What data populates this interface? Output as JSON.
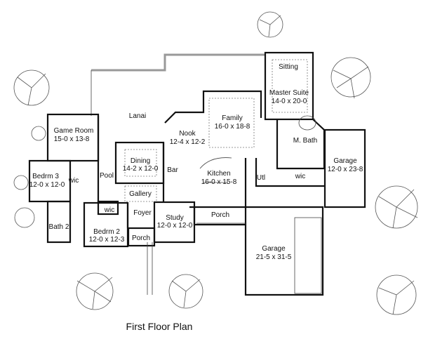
{
  "title": "First Floor Plan",
  "rooms": {
    "lanai": {
      "name": "Lanai"
    },
    "sitting": {
      "name": "Sitting"
    },
    "master_suite": {
      "name": "Master Suite",
      "size": "14-0 x 20-0"
    },
    "family": {
      "name": "Family",
      "size": "16-0 x 18-8"
    },
    "nook": {
      "name": "Nook",
      "size": "12-4 x 12-2"
    },
    "game_room": {
      "name": "Game Room",
      "size": "15-0 x 13-8"
    },
    "dining": {
      "name": "Dining",
      "size": "14-2 x 12-0"
    },
    "bar": {
      "name": "Bar"
    },
    "kitchen": {
      "name": "Kitchen",
      "size": "16-0 x 15-8"
    },
    "m_bath": {
      "name": "M. Bath"
    },
    "garage_small": {
      "name": "Garage",
      "size": "12-0 x 23-8"
    },
    "bedrm3": {
      "name": "Bedrm 3",
      "size": "12-0 x 12-0"
    },
    "wic3": {
      "name": "wic"
    },
    "pool": {
      "name": "Pool"
    },
    "gallery": {
      "name": "Gallery"
    },
    "util": {
      "name": "Utl"
    },
    "wic_master": {
      "name": "wic"
    },
    "wic2": {
      "name": "wic"
    },
    "foyer": {
      "name": "Foyer"
    },
    "study": {
      "name": "Study",
      "size": "12-0 x 12-0"
    },
    "porch_rear": {
      "name": "Porch"
    },
    "bath2": {
      "name": "Bath 2"
    },
    "bedrm2": {
      "name": "Bedrm 2",
      "size": "12-0 x 12-3"
    },
    "porch_front": {
      "name": "Porch"
    },
    "garage_large": {
      "name": "Garage",
      "size": "21-5 x 31-5"
    }
  }
}
